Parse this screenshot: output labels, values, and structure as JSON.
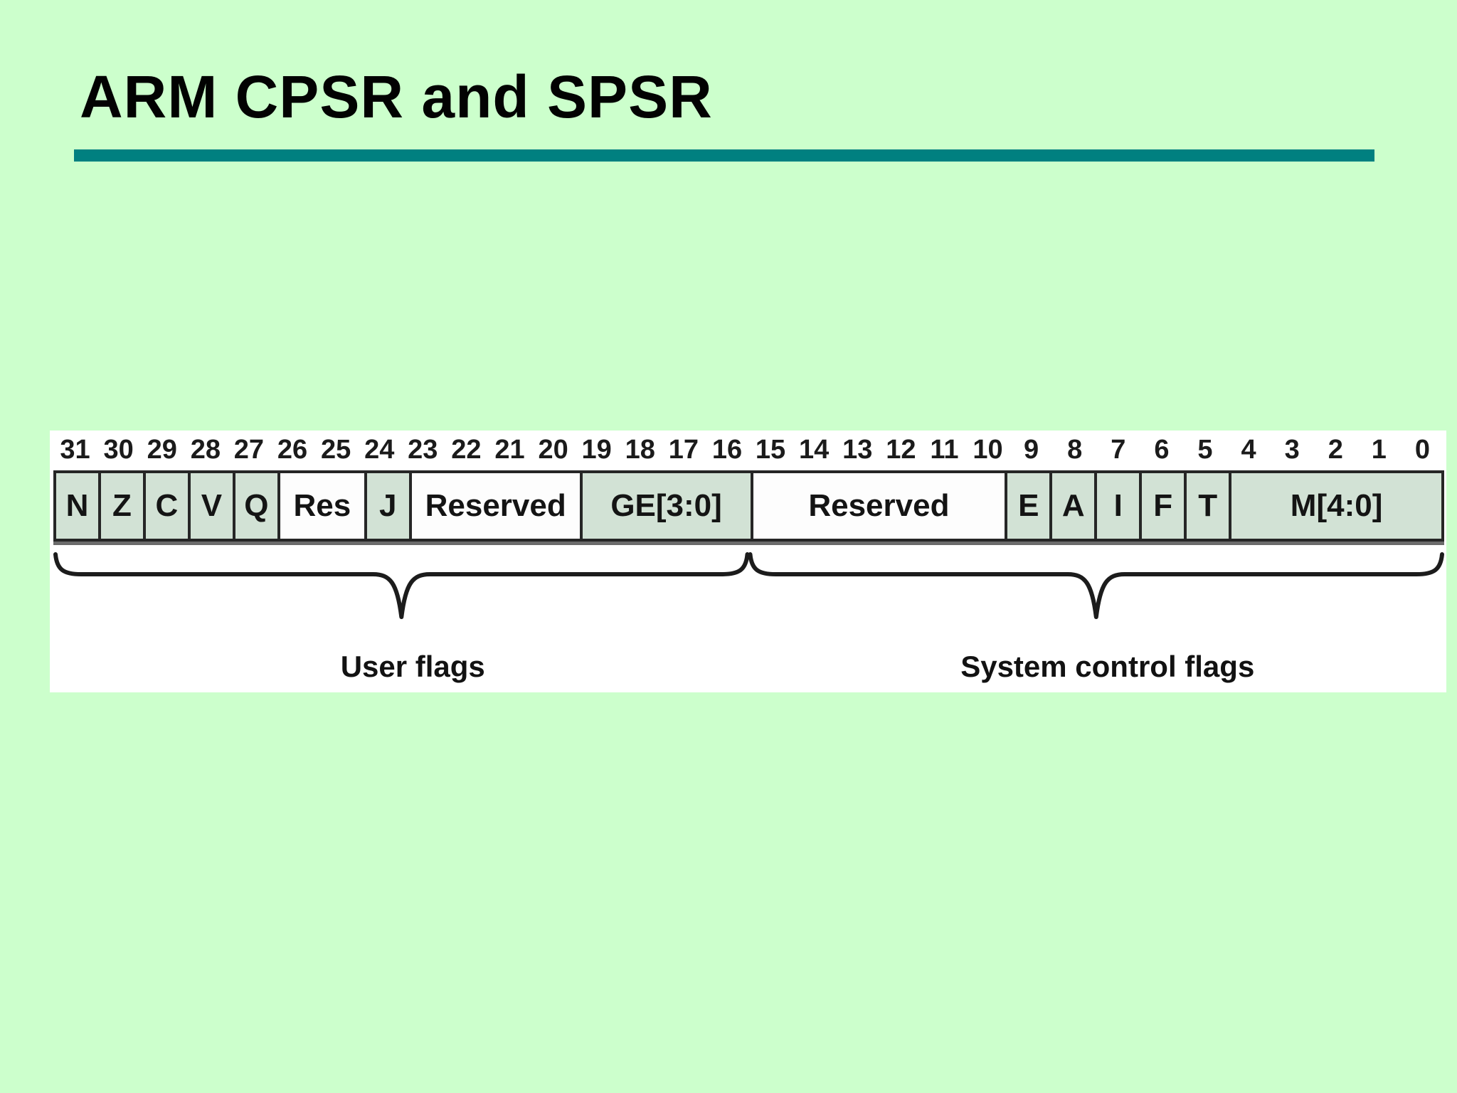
{
  "slide": {
    "title": "ARM CPSR and SPSR",
    "background_color": "#ccffcc",
    "accent_bar_color": "#008080"
  },
  "register_diagram": {
    "bit_numbers": [
      "31",
      "30",
      "29",
      "28",
      "27",
      "26",
      "25",
      "24",
      "23",
      "22",
      "21",
      "20",
      "19",
      "18",
      "17",
      "16",
      "15",
      "14",
      "13",
      "12",
      "11",
      "10",
      "9",
      "8",
      "7",
      "6",
      "5",
      "4",
      "3",
      "2",
      "1",
      "0"
    ],
    "fields": [
      {
        "label": "N",
        "bits": 1,
        "shaded": true
      },
      {
        "label": "Z",
        "bits": 1,
        "shaded": true
      },
      {
        "label": "C",
        "bits": 1,
        "shaded": true
      },
      {
        "label": "V",
        "bits": 1,
        "shaded": true
      },
      {
        "label": "Q",
        "bits": 1,
        "shaded": true
      },
      {
        "label": "Res",
        "bits": 2,
        "shaded": false
      },
      {
        "label": "J",
        "bits": 1,
        "shaded": true
      },
      {
        "label": "Reserved",
        "bits": 4,
        "shaded": false
      },
      {
        "label": "GE[3:0]",
        "bits": 4,
        "shaded": true
      },
      {
        "label": "Reserved",
        "bits": 6,
        "shaded": false
      },
      {
        "label": "E",
        "bits": 1,
        "shaded": true
      },
      {
        "label": "A",
        "bits": 1,
        "shaded": true
      },
      {
        "label": "I",
        "bits": 1,
        "shaded": true
      },
      {
        "label": "F",
        "bits": 1,
        "shaded": true
      },
      {
        "label": "T",
        "bits": 1,
        "shaded": true
      },
      {
        "label": "M[4:0]",
        "bits": 5,
        "shaded": true
      }
    ],
    "field_fill_color": "#d2e2d5",
    "groups": [
      {
        "label": "User flags",
        "bits": 16
      },
      {
        "label": "System control flags",
        "bits": 16
      }
    ]
  }
}
